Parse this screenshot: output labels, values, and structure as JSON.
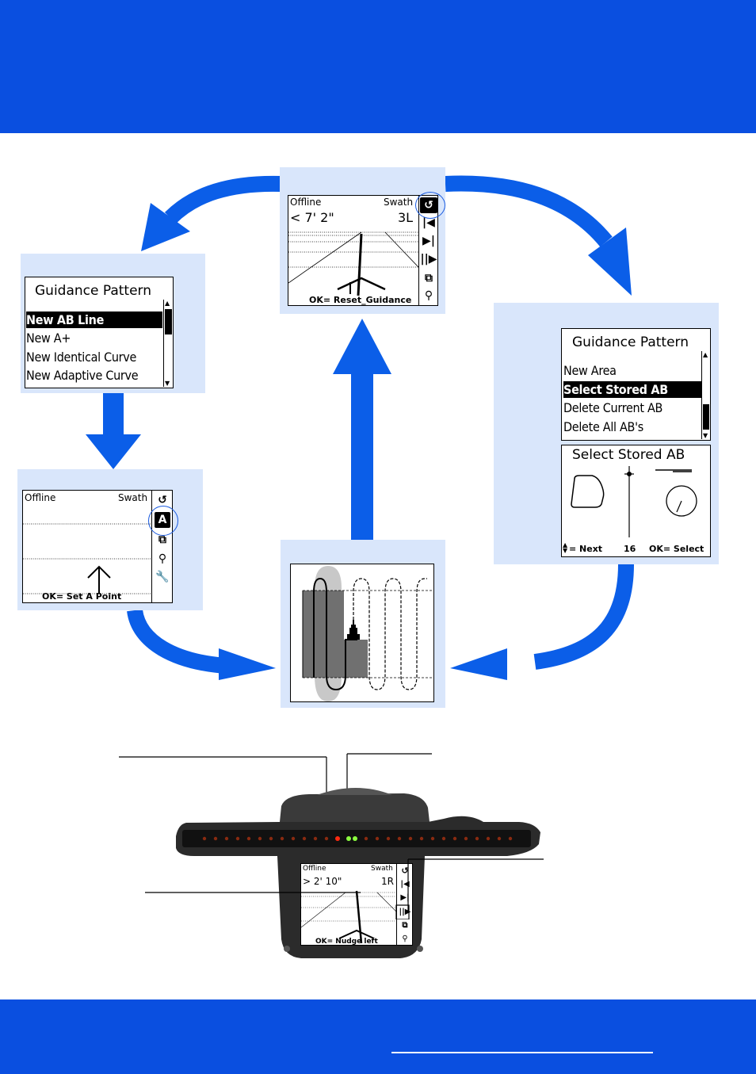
{
  "colors": {
    "banner": "#0a4fe0",
    "panel": "#d9e6fb",
    "arrow": "#0b5ee8",
    "highlight_ring": "#1a5be0"
  },
  "guidance_screen_top": {
    "status": "Offline",
    "swath_label": "Swath",
    "offset": "< 7' 2\"",
    "swath_value": "3L",
    "footer": "OK= Reset_Guidance",
    "icons": [
      "reset-guidance-icon",
      "previous-swath-icon",
      "next-swath-icon",
      "nudge-icon",
      "views-icon",
      "zoom-icon"
    ]
  },
  "guidance_pattern_left": {
    "title": "Guidance Pattern",
    "items": [
      {
        "label": "New AB Line",
        "selected": true
      },
      {
        "label": "New A+",
        "selected": false
      },
      {
        "label": "New Identical Curve",
        "selected": false
      },
      {
        "label": "New Adaptive Curve",
        "selected": false
      }
    ]
  },
  "guidance_pattern_right": {
    "title": "Guidance Pattern",
    "items": [
      {
        "label": "New Area",
        "selected": false
      },
      {
        "label": "Select Stored AB",
        "selected": true
      },
      {
        "label": "Delete Current AB",
        "selected": false
      },
      {
        "label": "Delete All AB's",
        "selected": false
      }
    ]
  },
  "select_stored_ab": {
    "title": "Select Stored AB",
    "footer_next": "= Next",
    "footer_count": "16",
    "footer_select": "OK= Select"
  },
  "set_a_screen": {
    "status": "Offline",
    "swath_label": "Swath",
    "footer": "OK= Set A Point"
  },
  "device_screen": {
    "status": "Offline",
    "swath_label": "Swath",
    "offset": "> 2' 10\"",
    "swath_value": "1R",
    "footer": "OK= Nudge left"
  }
}
